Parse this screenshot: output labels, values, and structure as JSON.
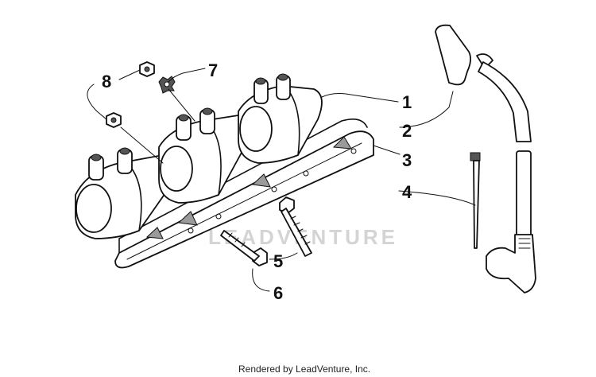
{
  "diagram": {
    "callouts": [
      {
        "id": "1",
        "label": "1"
      },
      {
        "id": "2",
        "label": "2"
      },
      {
        "id": "3",
        "label": "3"
      },
      {
        "id": "4",
        "label": "4"
      },
      {
        "id": "5",
        "label": "5"
      },
      {
        "id": "6",
        "label": "6"
      },
      {
        "id": "7",
        "label": "7"
      },
      {
        "id": "8",
        "label": "8"
      }
    ],
    "watermark": "LEADVENTURE",
    "footer": "Rendered by LeadVenture, Inc."
  }
}
